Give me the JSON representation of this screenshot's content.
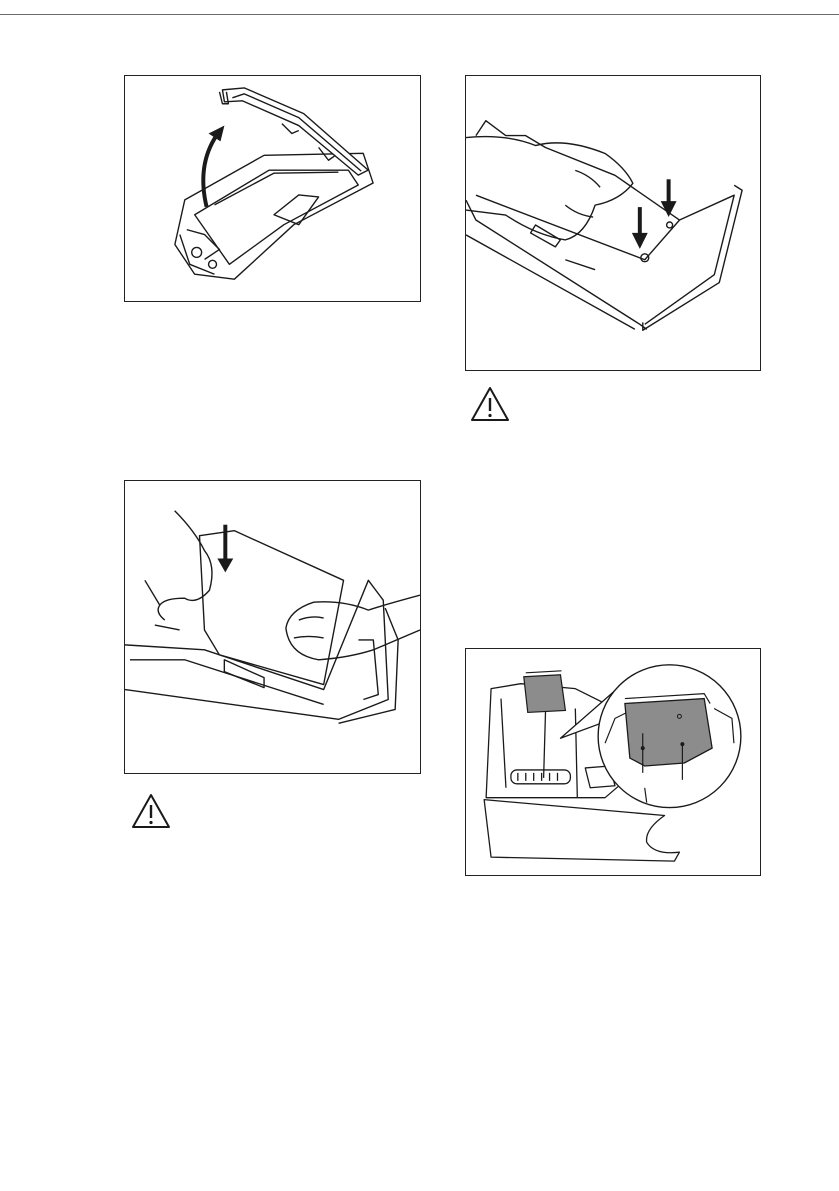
{
  "page": {
    "figures": [
      {
        "id": "fig-1",
        "icon": "arrow-up-curved-icon",
        "subject": "dispenser-flap-open"
      },
      {
        "id": "fig-2",
        "icon": "arrow-down-icon",
        "subject": "insert-partition"
      },
      {
        "id": "fig-3",
        "icon": "arrow-down-icon",
        "subject": "press-partition-down"
      },
      {
        "id": "fig-4",
        "icon": "magnifier-circle-icon",
        "subject": "partition-detail"
      }
    ],
    "warnings": [
      {
        "id": "warning-1",
        "icon": "warning-triangle-icon"
      },
      {
        "id": "warning-2",
        "icon": "warning-triangle-icon"
      }
    ],
    "colors": {
      "line": "#1a1a1a",
      "shade": "#8c8c8c",
      "border": "#222222",
      "rule": "#6b6b6b"
    }
  }
}
